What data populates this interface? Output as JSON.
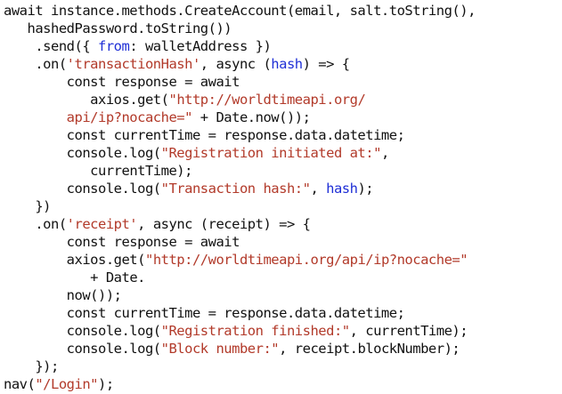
{
  "code": {
    "lines": [
      {
        "indent": "",
        "tokens": [
          {
            "t": "await instance.methods.CreateAccount(email, salt.toString(),",
            "k": "plain"
          }
        ]
      },
      {
        "indent": "   ",
        "tokens": [
          {
            "t": "hashedPassword.toString())",
            "k": "plain"
          }
        ]
      },
      {
        "indent": "    ",
        "tokens": [
          {
            "t": ".send({ ",
            "k": "plain"
          },
          {
            "t": "from",
            "k": "keyword"
          },
          {
            "t": ": walletAddress })",
            "k": "plain"
          }
        ]
      },
      {
        "indent": "    ",
        "tokens": [
          {
            "t": ".on(",
            "k": "plain"
          },
          {
            "t": "'transactionHash'",
            "k": "string"
          },
          {
            "t": ", async (",
            "k": "plain"
          },
          {
            "t": "hash",
            "k": "keyword"
          },
          {
            "t": ") => {",
            "k": "plain"
          }
        ]
      },
      {
        "indent": "        ",
        "tokens": [
          {
            "t": "const response = await",
            "k": "plain"
          }
        ]
      },
      {
        "indent": "           ",
        "tokens": [
          {
            "t": "axios.get(",
            "k": "plain"
          },
          {
            "t": "\"http://worldtimeapi.org/",
            "k": "string"
          }
        ]
      },
      {
        "indent": "        ",
        "tokens": [
          {
            "t": "api/ip?nocache=\"",
            "k": "string"
          },
          {
            "t": " + Date.now());",
            "k": "plain"
          }
        ]
      },
      {
        "indent": "        ",
        "tokens": [
          {
            "t": "const currentTime = response.data.datetime;",
            "k": "plain"
          }
        ]
      },
      {
        "indent": "        ",
        "tokens": [
          {
            "t": "console.log(",
            "k": "plain"
          },
          {
            "t": "\"Registration initiated at:\"",
            "k": "string"
          },
          {
            "t": ",",
            "k": "plain"
          }
        ]
      },
      {
        "indent": "           ",
        "tokens": [
          {
            "t": "currentTime);",
            "k": "plain"
          }
        ]
      },
      {
        "indent": "        ",
        "tokens": [
          {
            "t": "console.log(",
            "k": "plain"
          },
          {
            "t": "\"Transaction hash:\"",
            "k": "string"
          },
          {
            "t": ", ",
            "k": "plain"
          },
          {
            "t": "hash",
            "k": "keyword"
          },
          {
            "t": ");",
            "k": "plain"
          }
        ]
      },
      {
        "indent": "    ",
        "tokens": [
          {
            "t": "})",
            "k": "plain"
          }
        ]
      },
      {
        "indent": "    ",
        "tokens": [
          {
            "t": ".on(",
            "k": "plain"
          },
          {
            "t": "'receipt'",
            "k": "string"
          },
          {
            "t": ", async (receipt) => {",
            "k": "plain"
          }
        ]
      },
      {
        "indent": "        ",
        "tokens": [
          {
            "t": "const response = await",
            "k": "plain"
          }
        ]
      },
      {
        "indent": "        ",
        "tokens": [
          {
            "t": "axios.get(",
            "k": "plain"
          },
          {
            "t": "\"http://worldtimeapi.org/api/ip?nocache=\"",
            "k": "string"
          }
        ]
      },
      {
        "indent": "           ",
        "tokens": [
          {
            "t": "+ Date.",
            "k": "plain"
          }
        ]
      },
      {
        "indent": "        ",
        "tokens": [
          {
            "t": "now());",
            "k": "plain"
          }
        ]
      },
      {
        "indent": "        ",
        "tokens": [
          {
            "t": "const currentTime = response.data.datetime;",
            "k": "plain"
          }
        ]
      },
      {
        "indent": "        ",
        "tokens": [
          {
            "t": "console.log(",
            "k": "plain"
          },
          {
            "t": "\"Registration finished:\"",
            "k": "string"
          },
          {
            "t": ", currentTime);",
            "k": "plain"
          }
        ]
      },
      {
        "indent": "        ",
        "tokens": [
          {
            "t": "console.log(",
            "k": "plain"
          },
          {
            "t": "\"Block number:\"",
            "k": "string"
          },
          {
            "t": ", receipt.blockNumber);",
            "k": "plain"
          }
        ]
      },
      {
        "indent": "    ",
        "tokens": [
          {
            "t": "});",
            "k": "plain"
          }
        ]
      },
      {
        "indent": "",
        "tokens": [
          {
            "t": "nav(",
            "k": "plain"
          },
          {
            "t": "\"/Login\"",
            "k": "string"
          },
          {
            "t": ");",
            "k": "plain"
          }
        ]
      }
    ]
  },
  "colors": {
    "text": "#111111",
    "string": "#b23a2a",
    "keyword": "#1f2fd6",
    "background": "#ffffff"
  }
}
